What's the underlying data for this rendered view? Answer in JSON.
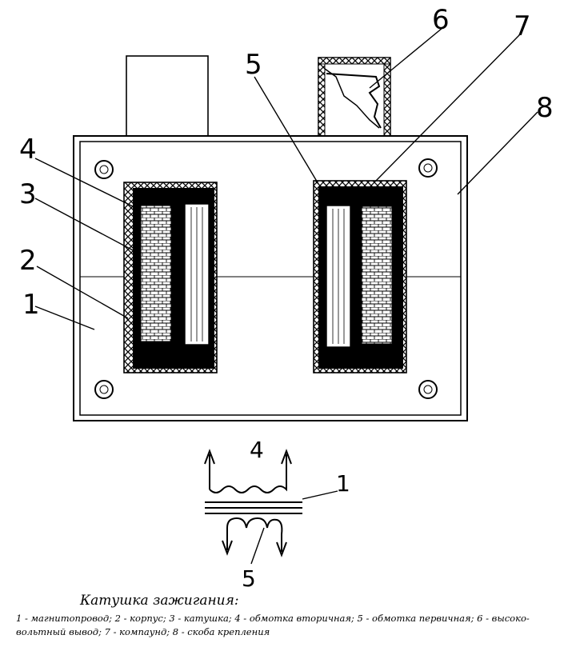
{
  "labels": {
    "l1": "1",
    "l2": "2",
    "l3": "3",
    "l4": "4",
    "l5": "5",
    "l6": "6",
    "l7": "7",
    "l8": "8",
    "s4": "4",
    "s1": "1",
    "s5": "5"
  },
  "caption": {
    "title": "Катушка зажигания:",
    "legend": "1 - магнитопровод; 2 - корпус; 3 - катушка; 4 - обмотка вторичная; 5 - обмотка первичная; 6 - высоко-вольтный вывод; 7 - компаунд; 8 - скоба крепления"
  }
}
